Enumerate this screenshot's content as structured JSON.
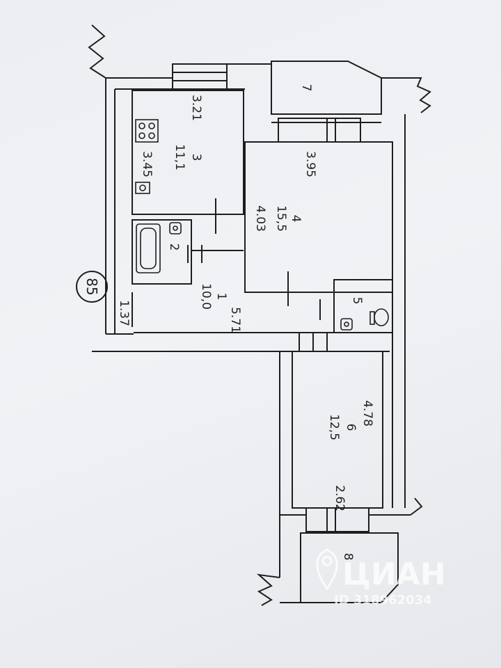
{
  "plan": {
    "apartment_number": "85",
    "rooms": [
      {
        "id": "1",
        "area": "10,0",
        "dim_a": "5.71",
        "dim_b": "1.37"
      },
      {
        "id": "2"
      },
      {
        "id": "3",
        "area": "11,1",
        "dim_a": "3.21",
        "dim_b": "3.45"
      },
      {
        "id": "4",
        "area": "15,5",
        "dim_a": "3.95",
        "dim_b": "4.03"
      },
      {
        "id": "5"
      },
      {
        "id": "6",
        "area": "12,5",
        "dim_a": "4.78",
        "dim_b": "2.62"
      },
      {
        "id": "7"
      },
      {
        "id": "8"
      }
    ]
  },
  "watermark": {
    "brand": "ЦИАН",
    "id_text": "ID 318962034"
  },
  "colors": {
    "wall": "#1e1e1e",
    "paper": "#eef0f3",
    "ink": "#222222"
  }
}
